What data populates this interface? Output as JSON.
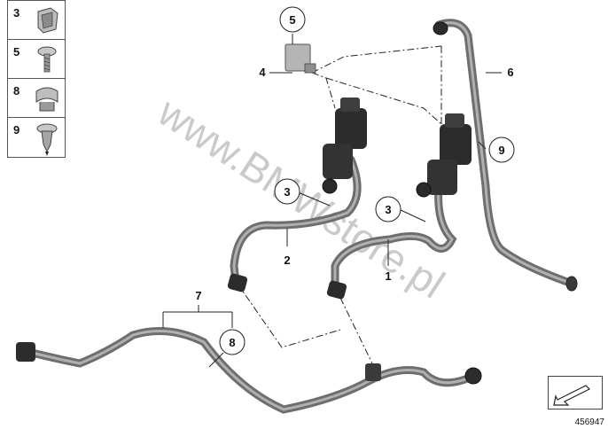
{
  "legend": [
    {
      "num": "3",
      "icon": "clip-icon"
    },
    {
      "num": "5",
      "icon": "screw-icon"
    },
    {
      "num": "8",
      "icon": "bracket-clip-icon"
    },
    {
      "num": "9",
      "icon": "expanding-rivet-icon"
    }
  ],
  "callouts": {
    "c1": "1",
    "c2": "2",
    "c3a": "3",
    "c3b": "3",
    "c4": "4",
    "c5": "5",
    "c6": "6",
    "c7": "7",
    "c8": "8",
    "c9": "9"
  },
  "watermark": "www.BMWstore.pl",
  "doc_number": "456947",
  "colors": {
    "hose": "#6e6e6e",
    "hose_highlight": "#a8a8a8",
    "valve": "#2c2c2c",
    "line": "#222222"
  }
}
